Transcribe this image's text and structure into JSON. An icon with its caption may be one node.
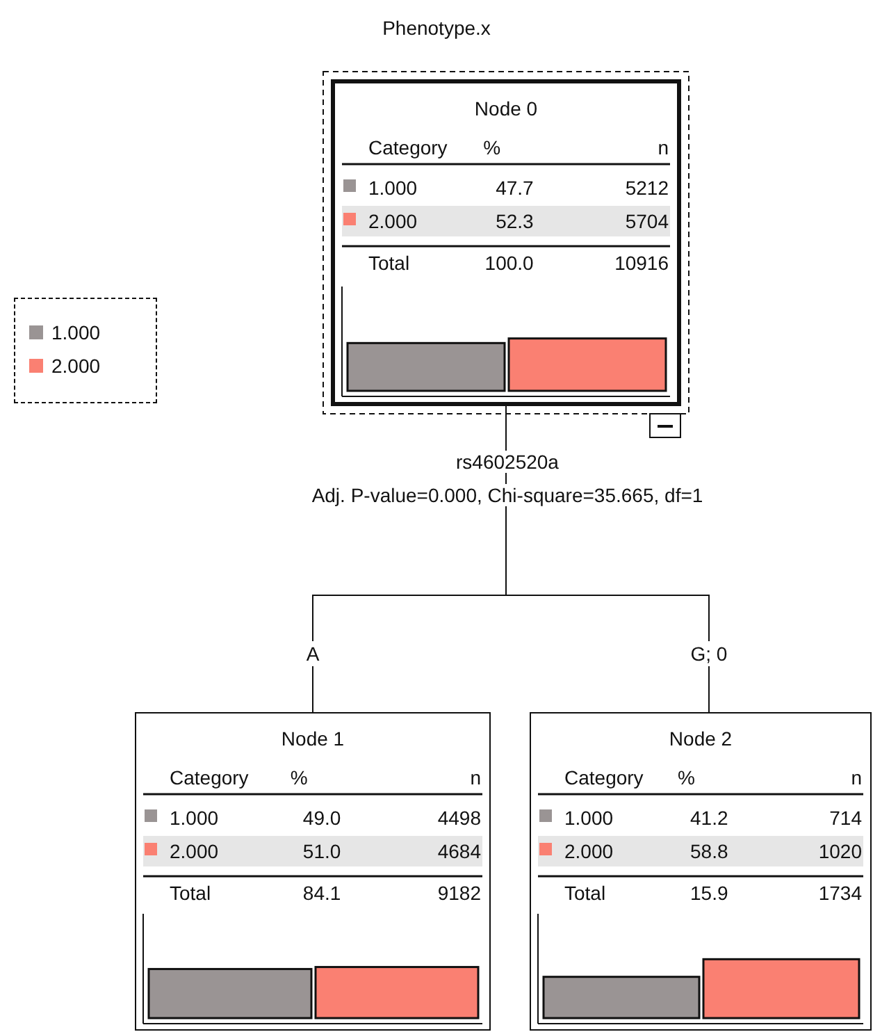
{
  "diagram": {
    "title": "Phenotype.x",
    "nodes": [
      {
        "text": [
          "Node 0",
          "Category",
          "%",
          "n",
          "1.000",
          "47.7",
          "5212",
          "2.000",
          "52.3",
          "5704",
          "Total",
          "100.0",
          "10916"
        ]
      },
      {
        "text": [
          "Node 1",
          "Category",
          "%",
          "n",
          "1.000",
          "49.0",
          "4498",
          "2.000",
          "51.0",
          "4684",
          "Total",
          "84.1",
          "9182"
        ]
      },
      {
        "text": [
          "Node 2",
          "Category",
          "%",
          "n",
          "1.000",
          "41.2",
          "714",
          "2.000",
          "58.8",
          "1020",
          "Total",
          "15.9",
          "1734"
        ]
      }
    ],
    "edges": [
      {
        "from": 0,
        "to": 1,
        "arrow": "none",
        "label": "A"
      },
      {
        "from": 0,
        "to": 2,
        "arrow": "none",
        "label": "G; 0"
      }
    ],
    "labels": [
      "rs4602520a",
      "Adj. P-value=0.000, Chi-square=35.665, df=1"
    ],
    "legend": [
      {
        "text": "1.000",
        "color": "#9a9494"
      },
      {
        "text": "2.000",
        "color": "#fa8072"
      }
    ]
  }
}
